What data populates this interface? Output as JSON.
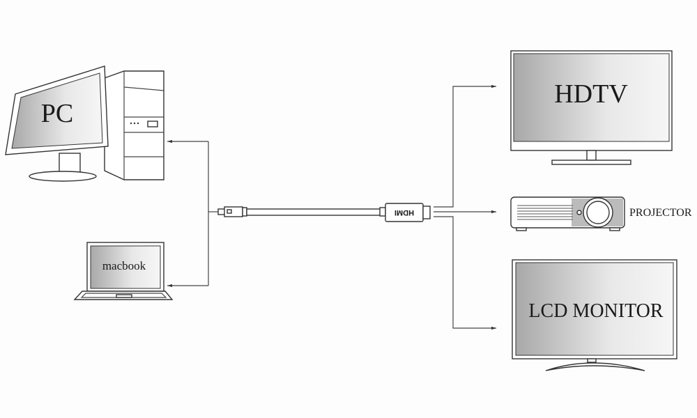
{
  "devices": {
    "pc": "PC",
    "macbook": "macbook",
    "hdtv": "HDTV",
    "projector": "PROJECTOR",
    "lcd_monitor": "LCD MONITOR"
  },
  "cable": {
    "hdmi_label": "HDMI"
  },
  "colors": {
    "line": "#444444",
    "screen_dark": "#a8a8a8",
    "screen_light": "#f2f2f2"
  }
}
